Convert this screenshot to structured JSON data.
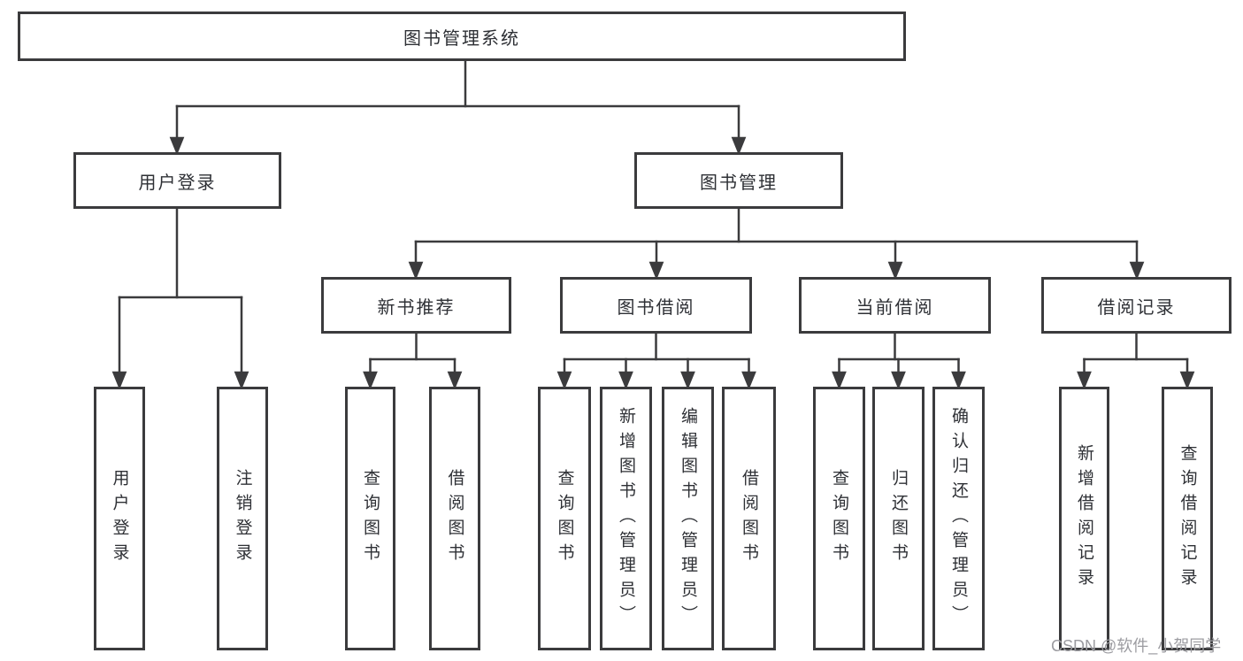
{
  "diagram": {
    "type": "tree",
    "root": {
      "label": "图书管理系统",
      "children": [
        {
          "label": "用户登录",
          "children": [
            {
              "label": "用户登录"
            },
            {
              "label": "注销登录"
            }
          ]
        },
        {
          "label": "图书管理",
          "children": [
            {
              "label": "新书推荐",
              "children": [
                {
                  "label": "查询图书"
                },
                {
                  "label": "借阅图书"
                }
              ]
            },
            {
              "label": "图书借阅",
              "children": [
                {
                  "label": "查询图书"
                },
                {
                  "label": "新增图书（管理员）"
                },
                {
                  "label": "编辑图书（管理员）"
                },
                {
                  "label": "借阅图书"
                }
              ]
            },
            {
              "label": "当前借阅",
              "children": [
                {
                  "label": "查询图书"
                },
                {
                  "label": "归还图书"
                },
                {
                  "label": "确认归还（管理员）"
                }
              ]
            },
            {
              "label": "借阅记录",
              "children": [
                {
                  "label": "新增借阅记录"
                },
                {
                  "label": "查询借阅记录"
                }
              ]
            }
          ]
        }
      ]
    },
    "colors": {
      "line": "#3b3b3d",
      "text": "#2e3035",
      "watermark": "#9c9ca1",
      "background": "#ffffff"
    }
  },
  "watermark": "CSDN @软件_小贺同学"
}
